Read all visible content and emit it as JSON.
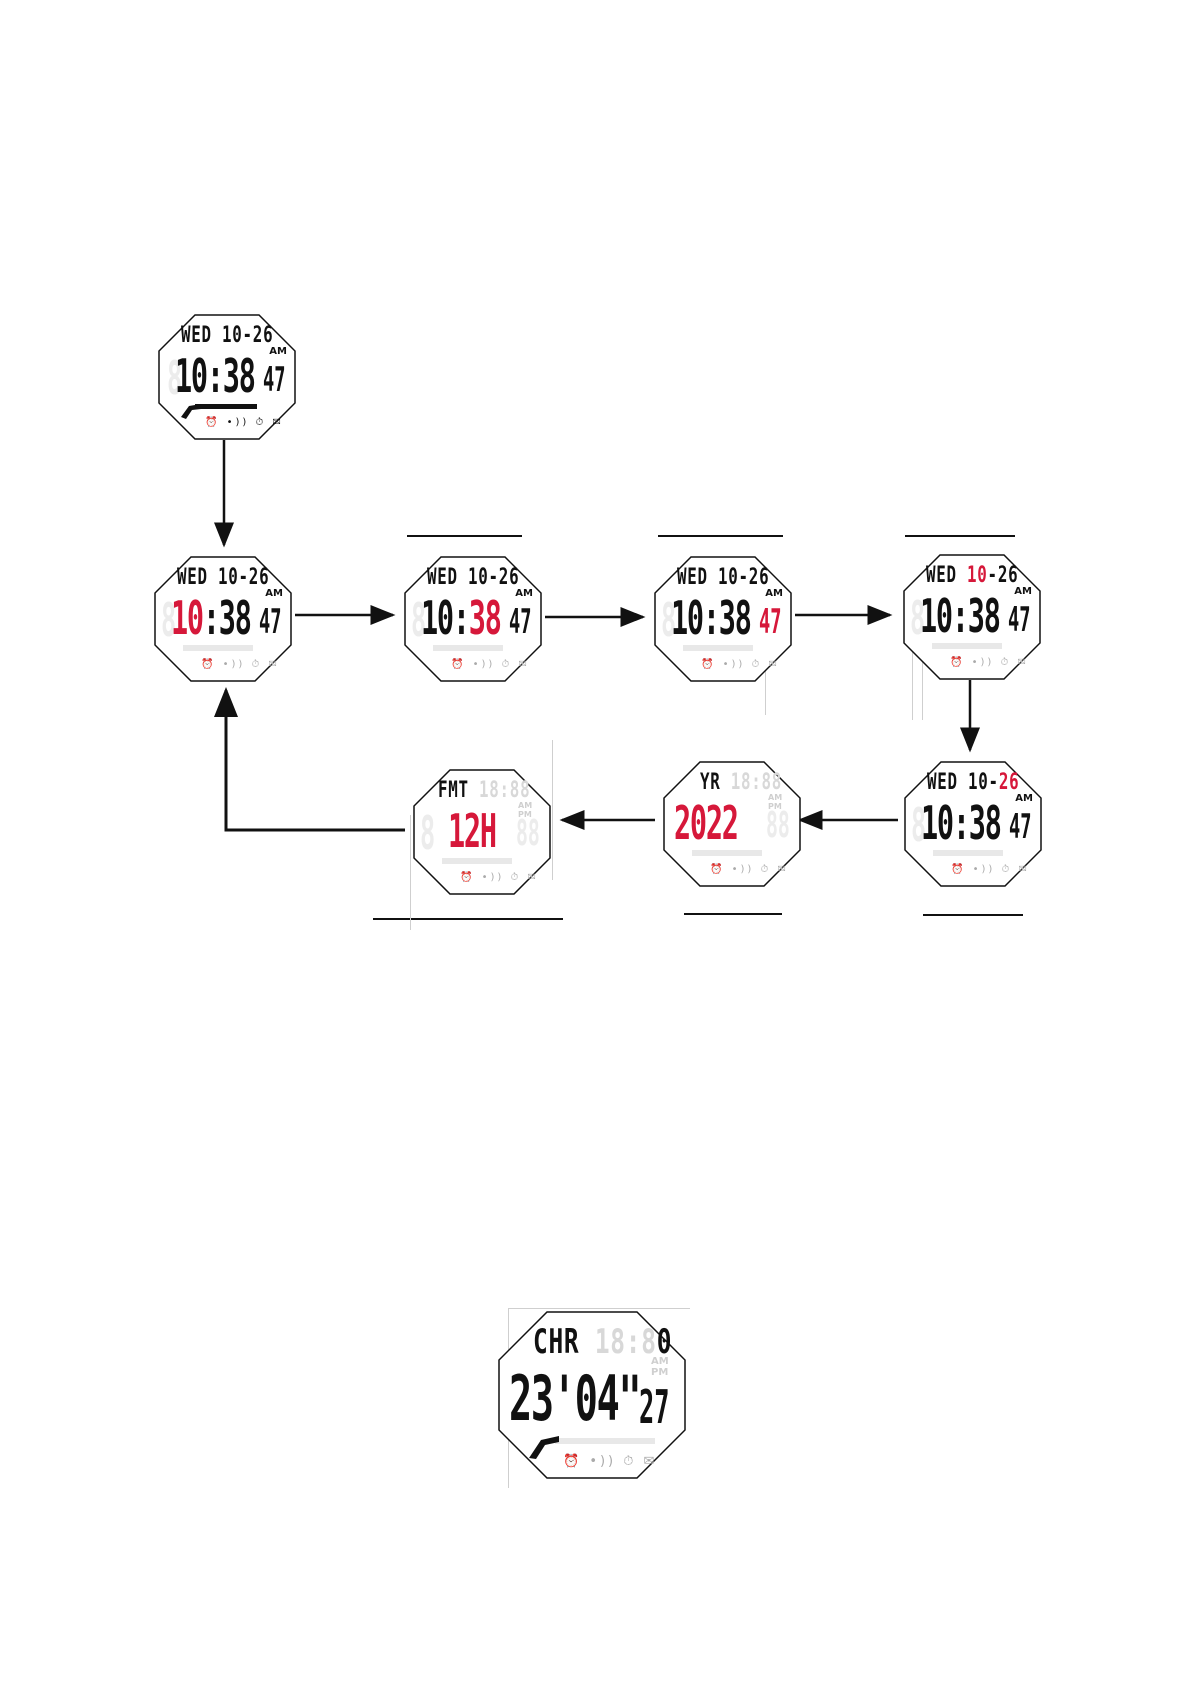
{
  "colors": {
    "highlight": "#d6183a",
    "ink": "#111111",
    "ghost": "#e6e6e6"
  },
  "watches": {
    "top": {
      "day": "WED",
      "date": "10-26",
      "ampm": "AM",
      "hour": "10",
      "colon": ":",
      "minute": "38",
      "second": "47",
      "icons": "⏰ •)) ⏱ ✉"
    },
    "s1": {
      "day": "WED",
      "date": "10-26",
      "ampm": "AM",
      "hour": "10",
      "colon": ":",
      "minute": "38",
      "second": "47",
      "icons": "⏰ •)) ⏱ ✉"
    },
    "s2": {
      "day": "WED",
      "date": "10-26",
      "ampm": "AM",
      "hour": "10",
      "colon": ":",
      "minute": "38",
      "second": "47",
      "icons": "⏰ •)) ⏱ ✉"
    },
    "s3": {
      "day": "WED",
      "date": "10-26",
      "ampm": "AM",
      "hour": "10",
      "colon": ":",
      "minute": "38",
      "second": "47",
      "icons": "⏰ •)) ⏱ ✉"
    },
    "s4": {
      "day": "WED",
      "date_month": "10",
      "date_sep": "-",
      "date_day": "26",
      "ampm": "AM",
      "hour": "10",
      "colon": ":",
      "minute": "38",
      "second": "47",
      "icons": "⏰ •)) ⏱ ✉"
    },
    "s5": {
      "day": "WED",
      "date_month": "10",
      "date_sep": "-",
      "date_day": "26",
      "ampm": "AM",
      "hour": "10",
      "colon": ":",
      "minute": "38",
      "second": "47",
      "icons": "⏰ •)) ⏱ ✉"
    },
    "s6": {
      "label": "YR",
      "ghost": "18:88",
      "ampm": "AM PM",
      "value": "2022",
      "icons": "⏰ •)) ⏱ ✉"
    },
    "s7": {
      "label": "FMT",
      "ghost": "18:88",
      "ampm": "AM PM",
      "value": "12H",
      "icons": "⏰ •)) ⏱ ✉"
    },
    "chrono": {
      "label": "CHR",
      "ghost": "18:8",
      "digit": "0",
      "ampm": "AM PM",
      "minutes": "23",
      "seconds": "04",
      "hundredths": "27",
      "icons": "⏰ •)) ⏱ ✉"
    }
  }
}
